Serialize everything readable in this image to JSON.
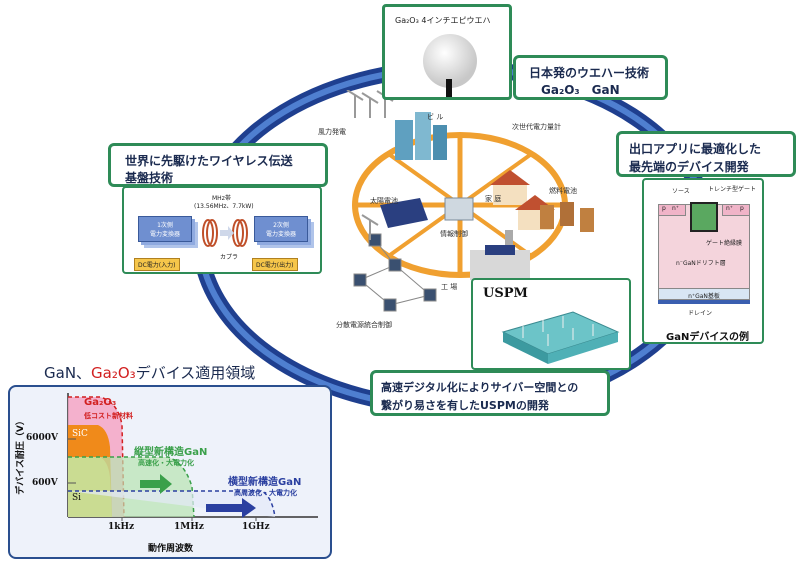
{
  "wafer": {
    "caption": "Ga₂O₃ 4インチエピウエハ"
  },
  "japan_wafer": {
    "line1": "日本発のウエハー技術",
    "line2": "Ga₂O₃　GaN"
  },
  "wireless": {
    "title_line1": "世界に先駆けたワイヤレス伝送",
    "title_line2": "基盤技術",
    "band_line1": "MHz帯",
    "band_line2": "(13.56MHz、7.7kW)",
    "primary_line1": "1次側",
    "primary_line2": "電力変換器",
    "secondary_line1": "2次側",
    "secondary_line2": "電力変換器",
    "coupler": "カプラ",
    "dc_in": "DC電力(入力)",
    "dc_out": "DC電力(出力)"
  },
  "device": {
    "title_line1": "出口アプリに最適化した",
    "title_line2": "最先端のデバイス開発",
    "source": "ソース",
    "trench_gate": "トレンチ型ゲート",
    "gate_insulator": "ゲート絶縁膜",
    "drift": "n⁻GaNドリフト層",
    "substrate": "n⁺GaN基板",
    "drain": "ドレイン",
    "p_mark": "p",
    "np_mark": "n⁺",
    "caption": "GaNデバイスの例"
  },
  "network": {
    "wind": "風力発電",
    "building": "ビ ル",
    "smart_meter": "次世代電力量計",
    "solar": "太陽電池",
    "home": "家 庭",
    "fuel_cell": "燃料電池",
    "control": "情報制御",
    "factory": "工 場",
    "distributed": "分散電源統合制御"
  },
  "uspm": {
    "label": "USPM",
    "desc_line1": "高速デジタル化によりサイバー空間との",
    "desc_line2": "繋がり易さを有したUSPMの開発"
  },
  "application": {
    "title_prefix": "GaN、",
    "title_ga2o3": "Ga₂O₃",
    "title_suffix": "デバイス適用領域",
    "ylabel": "デバイス耐圧（V）",
    "xlabel": "動作周波数",
    "yticks": [
      "6000V",
      "600V"
    ],
    "xticks": [
      "1kHz",
      "1MHz",
      "1GHz"
    ],
    "ga2o3_label": "Ga₂O₃",
    "ga2o3_sub": "低コスト新材料",
    "sic": "SiC",
    "si": "Si",
    "vertical_gan": "縦型新構造GaN",
    "vertical_gan_sub": "高速化・大電力化",
    "lateral_gan": "横型新構造GaN",
    "lateral_gan_sub": "高周波化・大電力化"
  },
  "colors": {
    "frame_green": "#2e8b57",
    "ellipse_blue": "#1f3f8f",
    "title_blue": "#1a2a4f",
    "ga2o3_red": "#d22020",
    "sic_orange": "#f08a1a",
    "si_yellow": "#f4c84a",
    "vgan_green": "#3aa04a",
    "lgan_blue": "#2a3fa0"
  }
}
